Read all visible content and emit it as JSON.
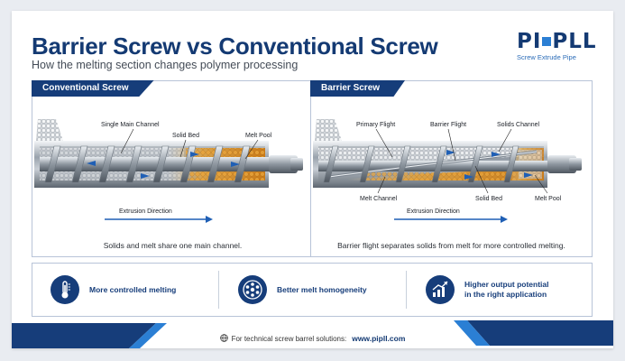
{
  "header": {
    "title": "Barrier Screw vs Conventional Screw",
    "subtitle": "How the melting section changes polymer processing"
  },
  "logo": {
    "mark_left": "PI",
    "mark_right": "PLL",
    "tagline": "Screw Extrude Pipe"
  },
  "conventional": {
    "tab": "Conventional Screw",
    "labels": {
      "single_main_channel": "Single Main Channel",
      "solid_bed": "Solid Bed",
      "melt_pool": "Melt Pool",
      "extrusion_direction": "Extrusion Direction"
    },
    "caption": "Solids and melt share one main channel."
  },
  "barrier": {
    "tab": "Barrier Screw",
    "labels": {
      "primary_flight": "Primary Flight",
      "barrier_flight": "Barrier Flight",
      "solids_channel": "Solids Channel",
      "melt_channel": "Melt Channel",
      "solid_bed": "Solid Bed",
      "melt_pool": "Melt Pool",
      "extrusion_direction": "Extrusion Direction"
    },
    "caption": "Barrier flight separates solids from melt for more controlled melting."
  },
  "features": [
    {
      "icon": "thermometer-icon",
      "line1": "More controlled melting",
      "line2": ""
    },
    {
      "icon": "melt-pellets-icon",
      "line1": "Better melt homogeneity",
      "line2": ""
    },
    {
      "icon": "growth-chart-icon",
      "line1": "Higher output potential",
      "line2": "in the right application"
    }
  ],
  "footer": {
    "text": "For technical screw barrel solutions:",
    "url": "www.pipll.com"
  },
  "colors": {
    "navy": "#163d7a",
    "accent_blue": "#2b7fd4",
    "melt": "#d88a24"
  }
}
